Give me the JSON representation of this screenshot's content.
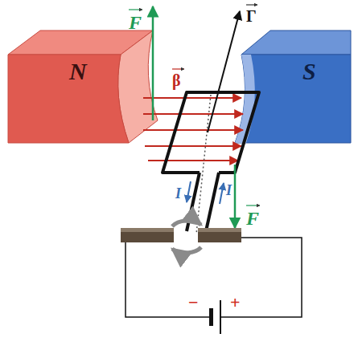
{
  "diagram": {
    "nodes": [
      {
        "text": [
          "N"
        ]
      },
      {
        "text": [
          "S"
        ]
      }
    ],
    "labels": [
      "F",
      "β",
      "Γ",
      "F",
      "I",
      "I",
      "−",
      "+"
    ]
  }
}
